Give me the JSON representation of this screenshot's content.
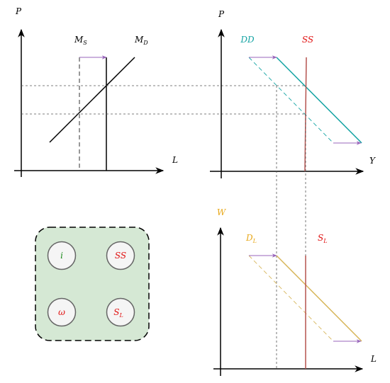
{
  "panel_money": {
    "y_axis_label": "P",
    "x_axis_label": "L",
    "ms_label": {
      "main": "M",
      "sub": "S"
    },
    "md_label": {
      "main": "M",
      "sub": "D"
    }
  },
  "panel_goods": {
    "y_axis_label": "P",
    "x_axis_label": "Y",
    "dd_label": "DD",
    "ss_label": "SS"
  },
  "panel_labor": {
    "y_axis_label": "W",
    "x_axis_label": "L",
    "dl_label": {
      "main": "D",
      "sub": "L"
    },
    "sl_label": {
      "main": "S",
      "sub": "L"
    }
  },
  "legend": {
    "items": [
      {
        "id": "i",
        "main": "i",
        "sub": "",
        "color": "#1a8a1a"
      },
      {
        "id": "ss",
        "main": "SS",
        "sub": "",
        "color": "#e01010"
      },
      {
        "id": "omega",
        "main": "ω",
        "sub": "",
        "color": "#e01010"
      },
      {
        "id": "sl",
        "main": "S",
        "sub": "L",
        "color": "#e01010"
      }
    ]
  },
  "colors": {
    "axis": "#000000",
    "guide": "#555555",
    "shift_arrow": "#9966bb",
    "dd": "#13a3a3",
    "ss": "#b5534f",
    "dl": "#d7b65b",
    "label_red": "#e01010",
    "label_teal": "#13a3a3",
    "label_gold": "#e8a81a",
    "legend_fill": "#d5e8d4",
    "node_fill": "#f5f5f5",
    "node_stroke": "#666666"
  }
}
